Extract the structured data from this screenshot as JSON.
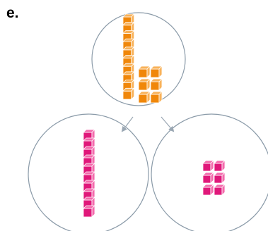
{
  "problem": {
    "label": "e."
  },
  "colors": {
    "label": "#1aa6d8",
    "circle_stroke": "#8a9aa8",
    "arrow": "#9aa7b3",
    "tens_cube": "#f0870a",
    "tens_cube_top": "#f8b25a",
    "split_cube": "#e0187a",
    "split_cube_top": "#f36aac"
  },
  "blocks": {
    "top": {
      "tens": 1,
      "ones": 6
    },
    "left": {
      "tens": 1,
      "ones": 0
    },
    "right": {
      "tens": 0,
      "ones": 6
    }
  }
}
